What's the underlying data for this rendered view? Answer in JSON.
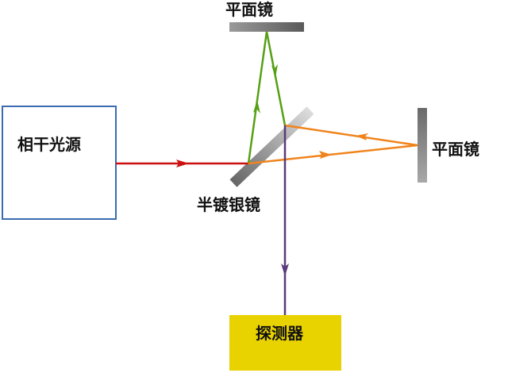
{
  "labels": {
    "source": "相干光源",
    "top_mirror": "平面镜",
    "right_mirror": "平面镜",
    "beam_splitter": "半镀银镜",
    "detector": "探测器"
  },
  "colors": {
    "source_border": "#3a6bb0",
    "incident_beam": "#cc1111",
    "vertical_arm": "#55a014",
    "horizontal_arm": "#f0841c",
    "output_beam": "#5a3a7a",
    "detector_fill": "#e8d200"
  }
}
